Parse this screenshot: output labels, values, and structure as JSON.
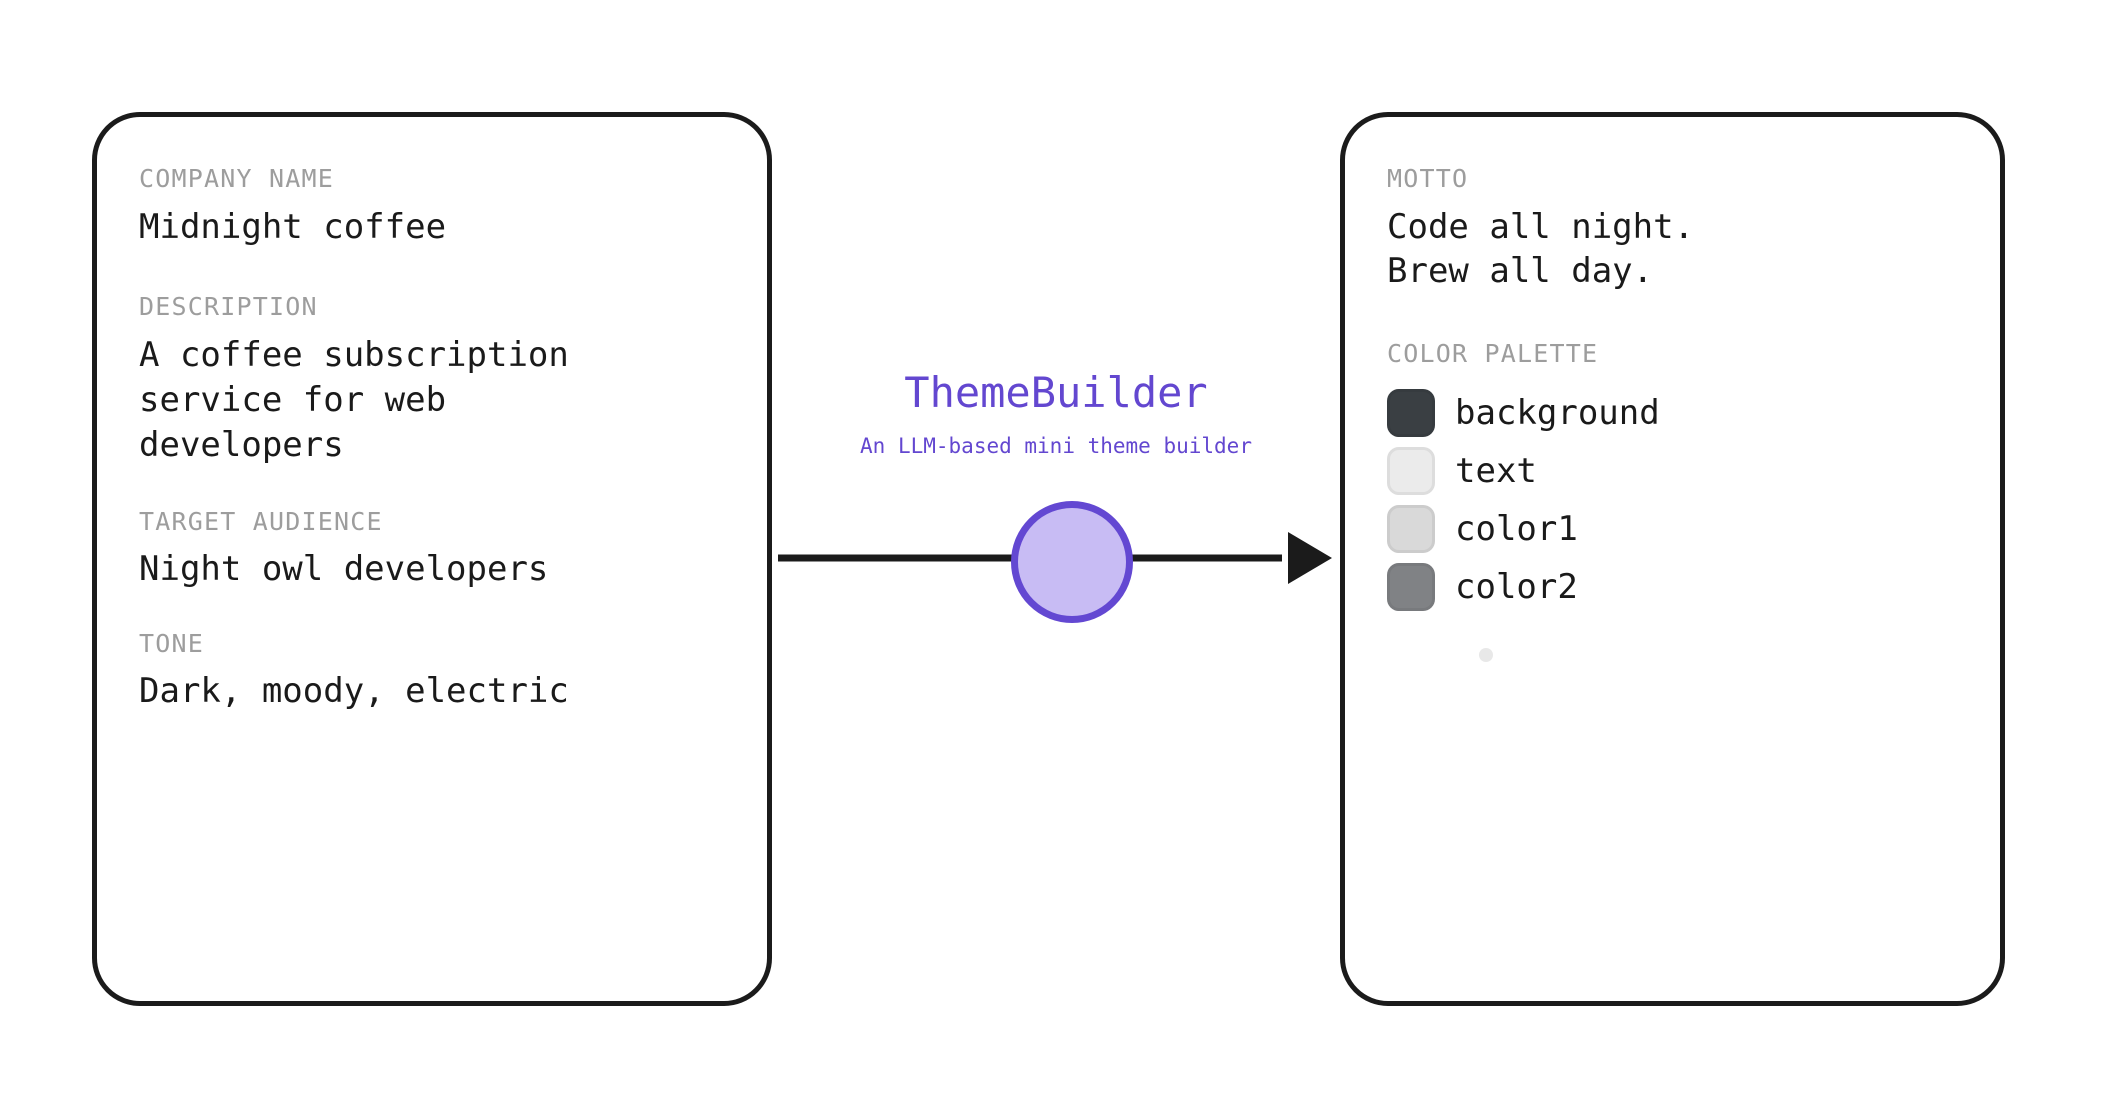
{
  "app": {
    "title": "ThemeBuilder",
    "subtitle": "An LLM-based mini theme builder",
    "accent_color": "#6347d0",
    "node_fill_color": "#c8bcf4",
    "node_border_color": "#6348d2",
    "card_border_color": "#1b1b1b",
    "label_color": "#9d9d9d",
    "value_color": "#1a1a1a"
  },
  "input_card": {
    "fields": [
      {
        "label": "COMPANY NAME",
        "value": "Midnight coffee"
      },
      {
        "label": "DESCRIPTION",
        "value": "A coffee subscription\nservice for web\ndevelopers"
      },
      {
        "label": "TARGET AUDIENCE",
        "value": "Night owl developers"
      },
      {
        "label": "TONE",
        "value": "Dark, moody, electric"
      }
    ]
  },
  "output_card": {
    "motto": {
      "label": "MOTTO",
      "value": "Code all night.\nBrew all day."
    },
    "palette": {
      "label": "COLOR PALETTE",
      "swatches": [
        {
          "name": "background",
          "color": "#3a3f43"
        },
        {
          "name": "text",
          "color": "#ebebeb"
        },
        {
          "name": "color1",
          "color": "#d9d9d9"
        },
        {
          "name": "color2",
          "color": "#808285"
        }
      ]
    }
  },
  "connector": {
    "line_color": "#1b1b1b",
    "direction": "left-to-right"
  }
}
